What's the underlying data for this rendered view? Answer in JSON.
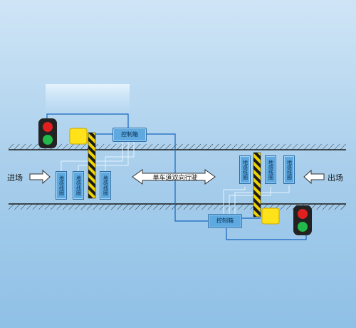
{
  "diagram": {
    "entry_label": "进场",
    "exit_label": "出场",
    "road_label": "单车道双向行驶",
    "controller_label": "控制箱",
    "coil_label": "地感线圈",
    "colors": {
      "lane_line": "#1a1a1a",
      "wire": "#1565c0",
      "wire_light": "#e6f3fd",
      "coil_fill": "#5da9e0",
      "barrier_yellow": "#f2d400",
      "barrier_black": "#1a1a1a",
      "light_red": "#e02020",
      "light_green": "#22b84a",
      "box_yellow": "#ffe21a"
    },
    "icons": [
      "traffic-light-icon",
      "barrier-gate-icon",
      "double-arrow-icon",
      "right-arrow-icon",
      "left-arrow-icon"
    ]
  }
}
